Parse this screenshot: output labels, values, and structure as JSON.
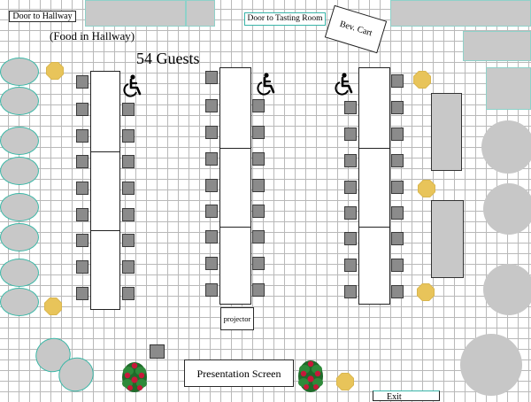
{
  "labels": {
    "door_hallway": "Door to Hallway",
    "door_tasting": "Door to Tasting Room",
    "bev_cart": "Bev. Cart",
    "food_hallway": "(Food in Hallway)",
    "guests": "54 Guests",
    "projector": "projector",
    "presentation_screen": "Presentation Screen",
    "exit": "Exit"
  },
  "icons": {
    "accessible": "wheelchair-icon",
    "plant": "flower-plant-icon",
    "octagon": "octagon-marker-icon"
  },
  "colors": {
    "grid": "#b9b9b9",
    "teal_outline": "#39b4a8",
    "block_fill": "#c9c9c9",
    "chair_fill": "#8b8b8b",
    "octagon_fill": "#e8c45a",
    "flower_red": "#c8183a",
    "plant_green": "#1f6b2a"
  }
}
